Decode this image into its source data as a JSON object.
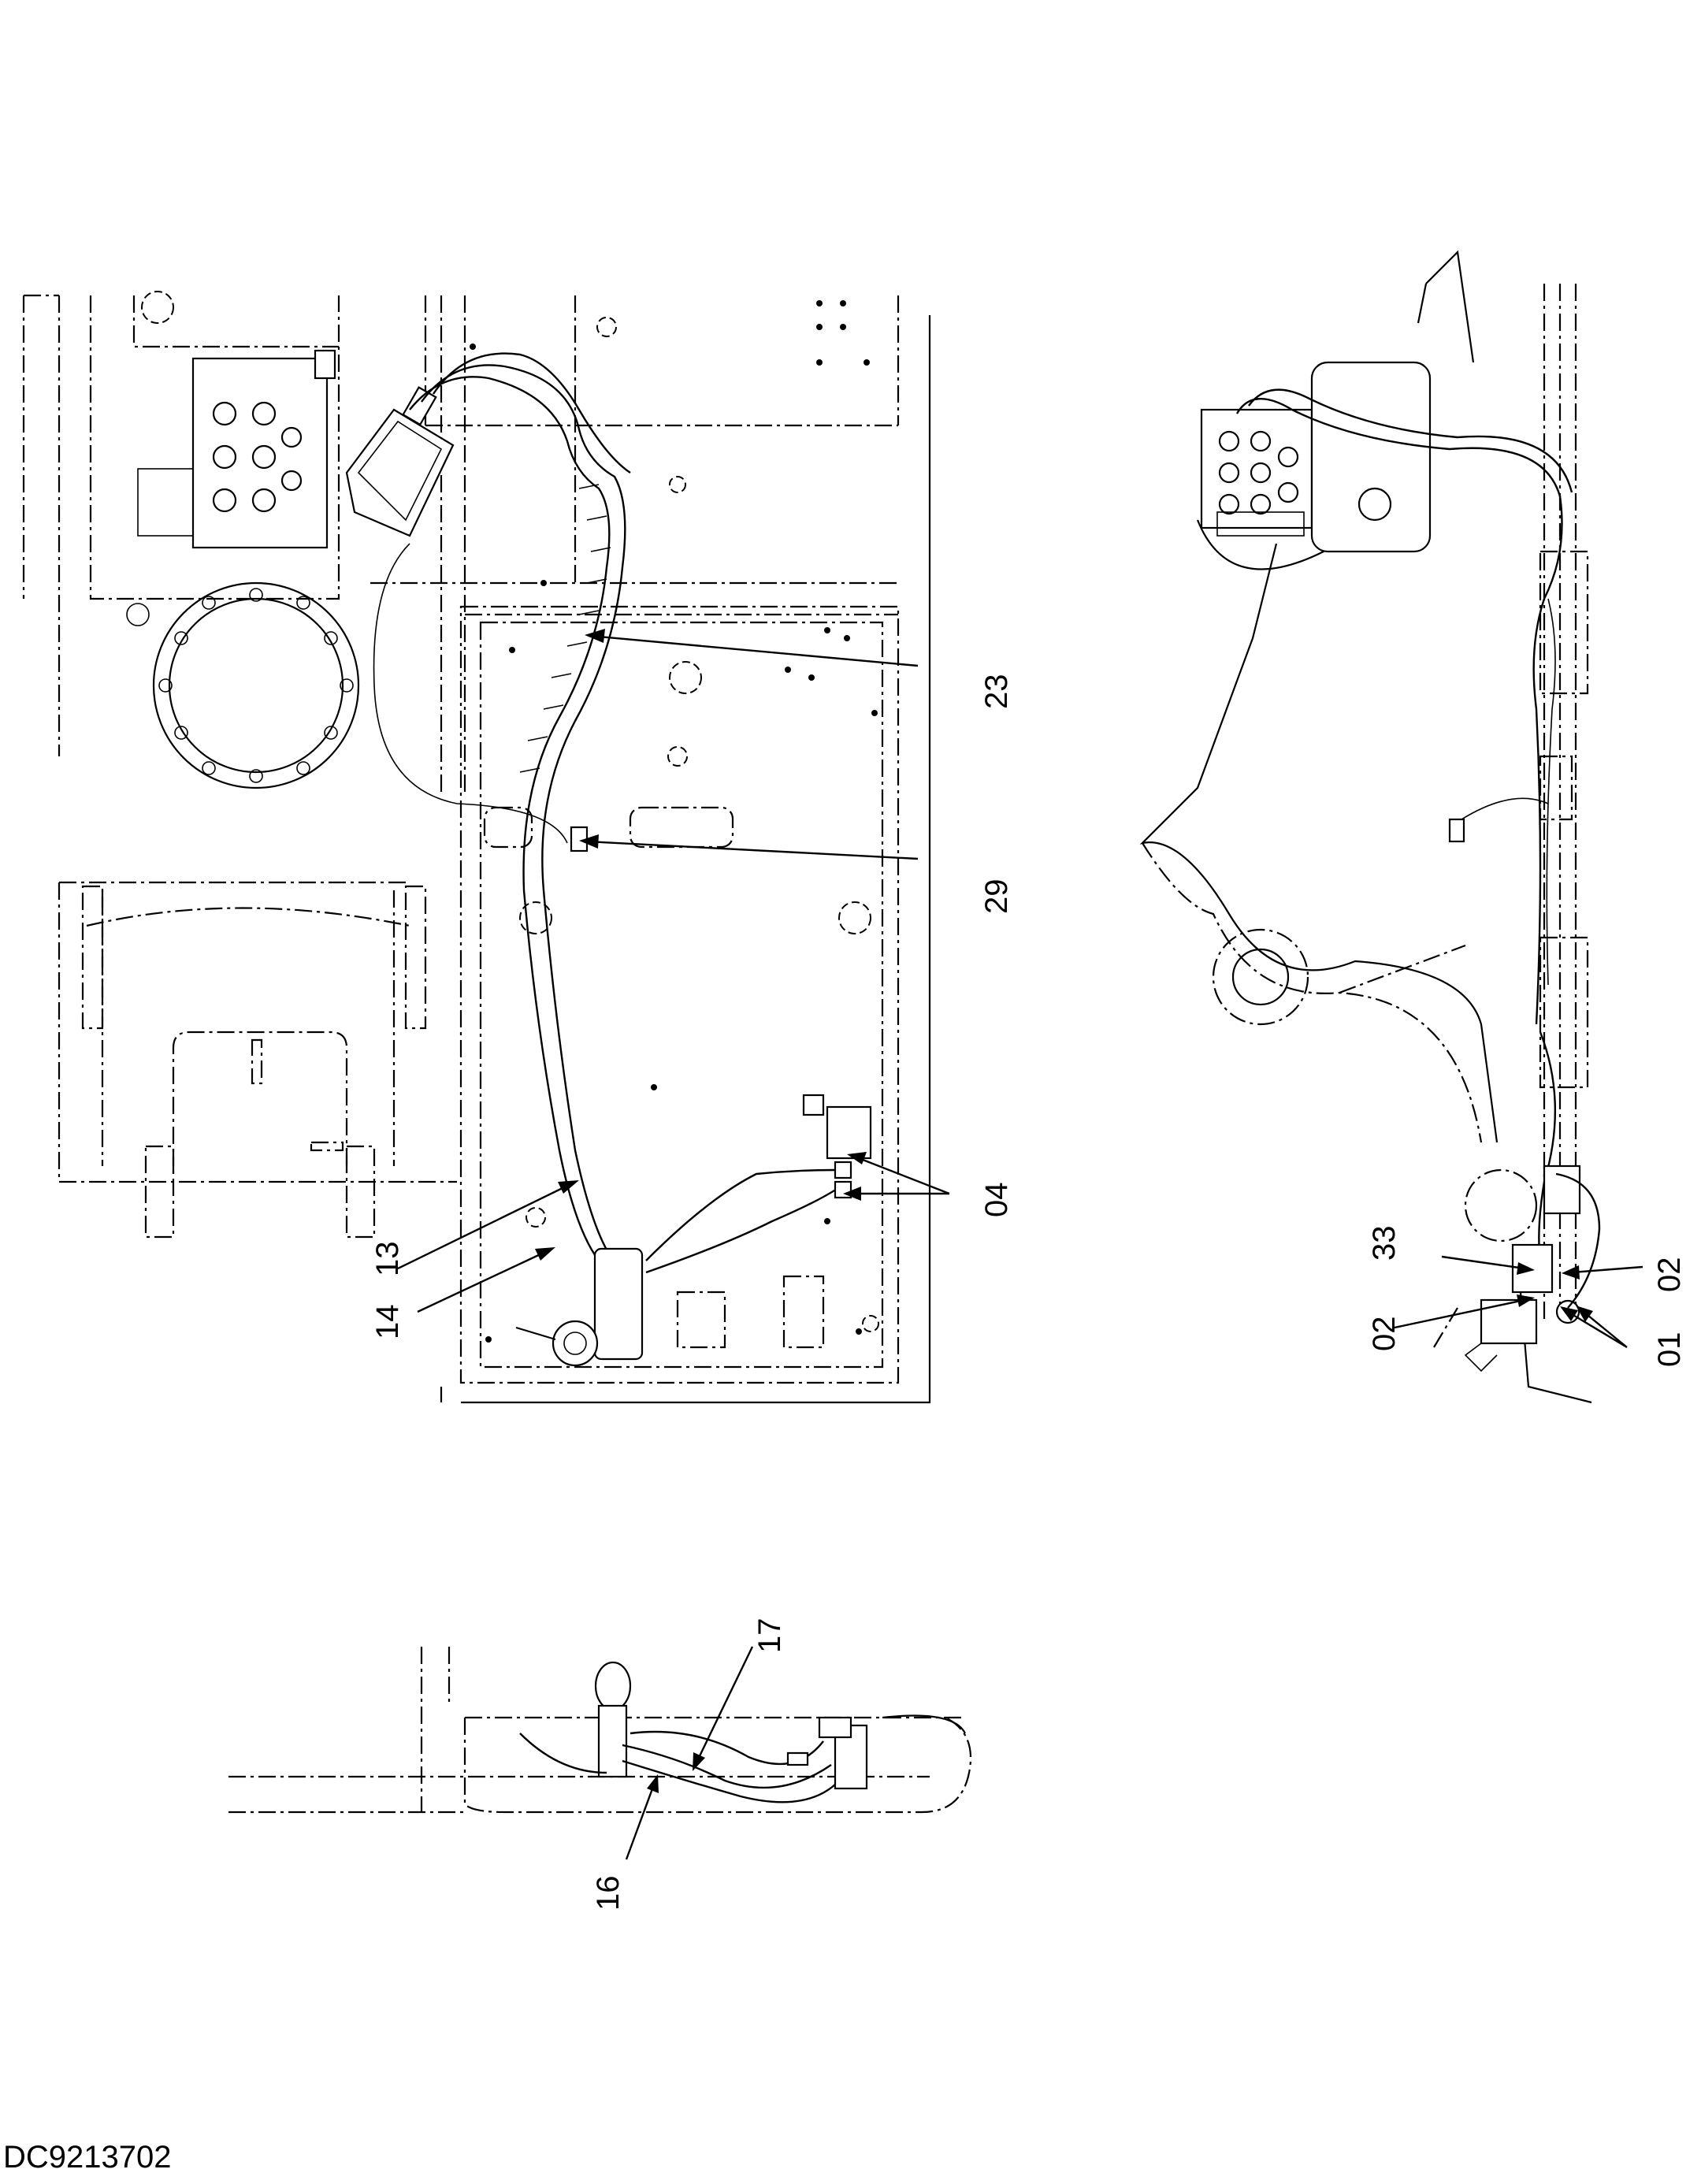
{
  "document": {
    "code": "DC9213702"
  },
  "callouts": {
    "c23": "23",
    "c29": "29",
    "c04": "04",
    "c13": "13",
    "c14": "14",
    "c33": "33",
    "c02a": "02",
    "c02b": "02",
    "c01": "01",
    "c17": "17",
    "c16": "16"
  }
}
